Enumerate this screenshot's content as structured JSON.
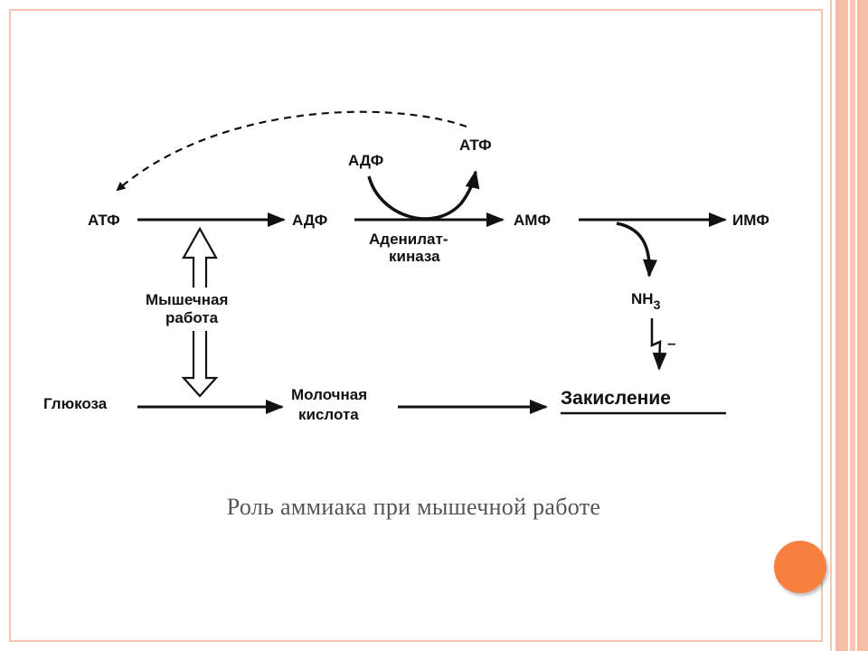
{
  "diagram": {
    "nodes": {
      "atp_left": "АТФ",
      "adp_mid": "АДФ",
      "adp_top": "АДФ",
      "atp_top": "АТФ",
      "amp": "АМФ",
      "imp": "ИМФ",
      "nh3_base": "NH",
      "nh3_sub": "3",
      "glucose": "Глюкоза",
      "lactic_line1": "Молочная",
      "lactic_line2": "кислота",
      "acidification": "Закисление"
    },
    "labels": {
      "enzyme_line1": "Аденилат-",
      "enzyme_line2": "киназа",
      "muscle_line1": "Мышечная",
      "muscle_line2": "работа",
      "inhibition_sign": "–"
    }
  },
  "caption": "Роль аммиака при мышечной работе",
  "colors": {
    "frame": "#f3c5b3",
    "stripes": "#f4bda6",
    "accent_circle": "#f8803f"
  }
}
